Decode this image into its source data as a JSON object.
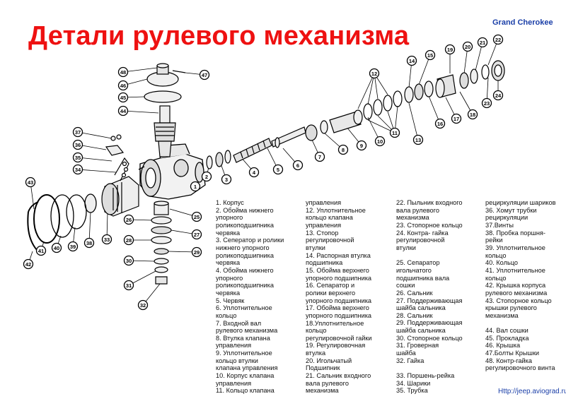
{
  "title": "Детали рулевого механизма",
  "brand": "Grand Cherokee",
  "url": "Http://jeep.aviograd.ru",
  "legend": {
    "col1": [
      "1. Корпус",
      "2. Обойма нижнего",
      "упорного",
      "роликоподшипника",
      "червяка",
      "3. Сеператор и ролики",
      "нижнего упорного",
      "роликоподшипника",
      "червяка",
      "4. Обойма нижнего",
      "упорного",
      "роликоподшипника",
      "червяка",
      "5. Червяк",
      "6. Уплотнительное",
      "кольцо",
      "7. Входной вал",
      "рулевого механизма",
      "8. Втулка клапана",
      "управления",
      "9. Уплотнительное",
      "кольцо втулки",
      "клапана управления",
      "10. Корпус клапана",
      "управления",
      "11. Кольцо клапана"
    ],
    "col2": [
      "управления",
      "12. Уплотнительное",
      "кольцо клапана",
      "управления",
      "13. Стопор",
      "регулировочной",
      "втулки",
      "14. Распорная втулка",
      "подшипника",
      "15. Обойма верхнего",
      "упорного подшипника",
      "16. Сепаратор и",
      "ролики верхнего",
      "упорного подшипника",
      "17. Обойма верхнего",
      "упорного подшипника",
      "18.Уплотнительное",
      "кольцо",
      "регулировочной гайки",
      "19. Регулировочная",
      "втулка",
      "20. Игольчатый",
      "Подшипник",
      "21. Сальник входного",
      "вала рулевого",
      "механизма"
    ],
    "col3": [
      "22. Пыльник входного",
      "вала рулевого",
      "механизма",
      "23. Стопорное кольцо",
      "24. Контра- гайка",
      "регулировочной",
      "втулки",
      "",
      "25. Сепаратор",
      "игольчатого",
      "подшипника вала",
      "сошки",
      "26. Сальник",
      "27. Поддерживающая",
      "шайба сальника",
      "28. Сальник",
      "29. Поддерживающая",
      "шайба сальника",
      "30. Стопорное кольцо",
      "31. Гроверная",
      "шайба",
      "32. Гайка",
      "",
      "33. Поршень-рейка",
      "34. Шарики",
      "35. Трубка"
    ],
    "col4": [
      "рециркуляции шариков",
      "36. Хомут трубки",
      "рециркуляции",
      "37.Винты",
      "38. Пробка поршня-",
      "рейки",
      "39. Уплотнительное",
      "кольцо",
      "40. Кольцо",
      "41. Уплотнительное",
      "кольцо",
      "42. Крышка корпуса",
      "рулевого механизма",
      "43. Стопорное кольцо",
      "крышки рулевого",
      "механизма",
      "",
      "44. Вал сошки",
      "45. Прокладка",
      "46. Крышка",
      "47.Болты Крышки",
      "48. Контр-гайка",
      "регулировочного винта"
    ]
  },
  "callouts": [
    "1",
    "2",
    "3",
    "4",
    "5",
    "6",
    "7",
    "8",
    "9",
    "10",
    "11",
    "12",
    "13",
    "14",
    "15",
    "16",
    "17",
    "18",
    "19",
    "20",
    "21",
    "22",
    "23",
    "24",
    "25",
    "26",
    "27",
    "28",
    "29",
    "30",
    "31",
    "32",
    "33",
    "34",
    "35",
    "36",
    "37",
    "38",
    "39",
    "40",
    "41",
    "42",
    "43",
    "44",
    "45",
    "46",
    "47",
    "48"
  ]
}
